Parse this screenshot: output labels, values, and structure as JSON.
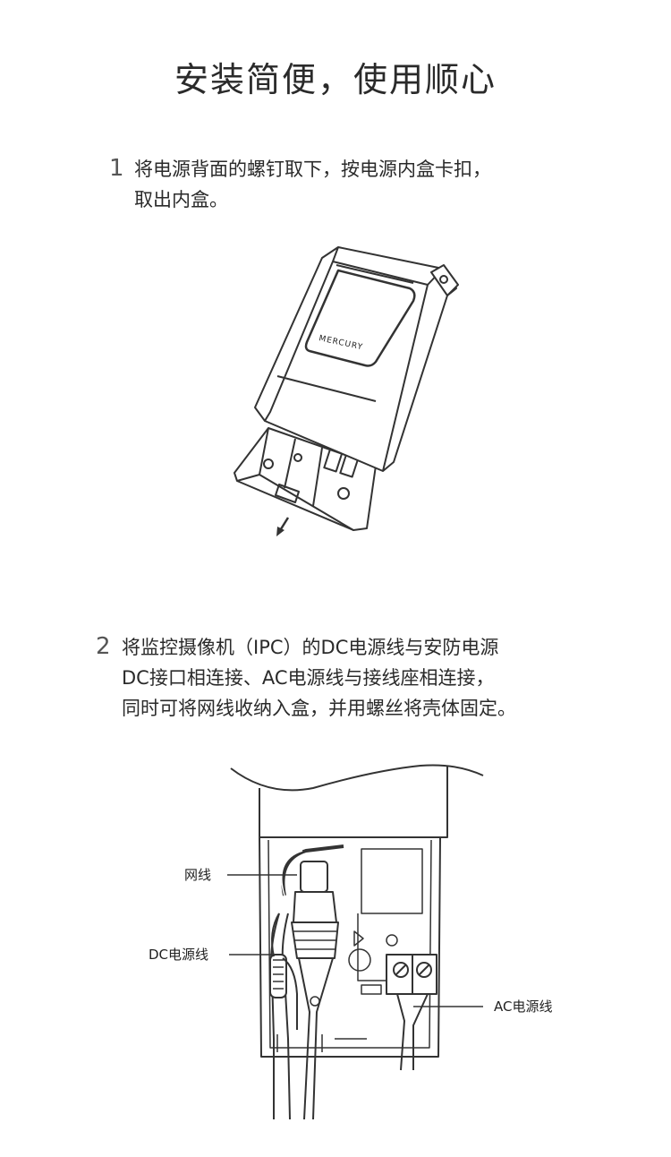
{
  "title": "安装简便，使用顺心",
  "steps": [
    {
      "number": "1",
      "lines": [
        "将电源背面的螺钉取下，按电源内盒卡扣，",
        "取出内盒。"
      ]
    },
    {
      "number": "2",
      "lines": [
        "将监控摄像机（IPC）的DC电源线与安防电源",
        "DC接口相连接、AC电源线与接线座相连接，",
        "同时可将网线收纳入盒，并用螺丝将壳体固定。"
      ]
    }
  ],
  "device": {
    "brand_logo": "MERCURY"
  },
  "callouts": {
    "network_cable": "网线",
    "dc_cable": "DC电源线",
    "ac_cable": "AC电源线"
  }
}
